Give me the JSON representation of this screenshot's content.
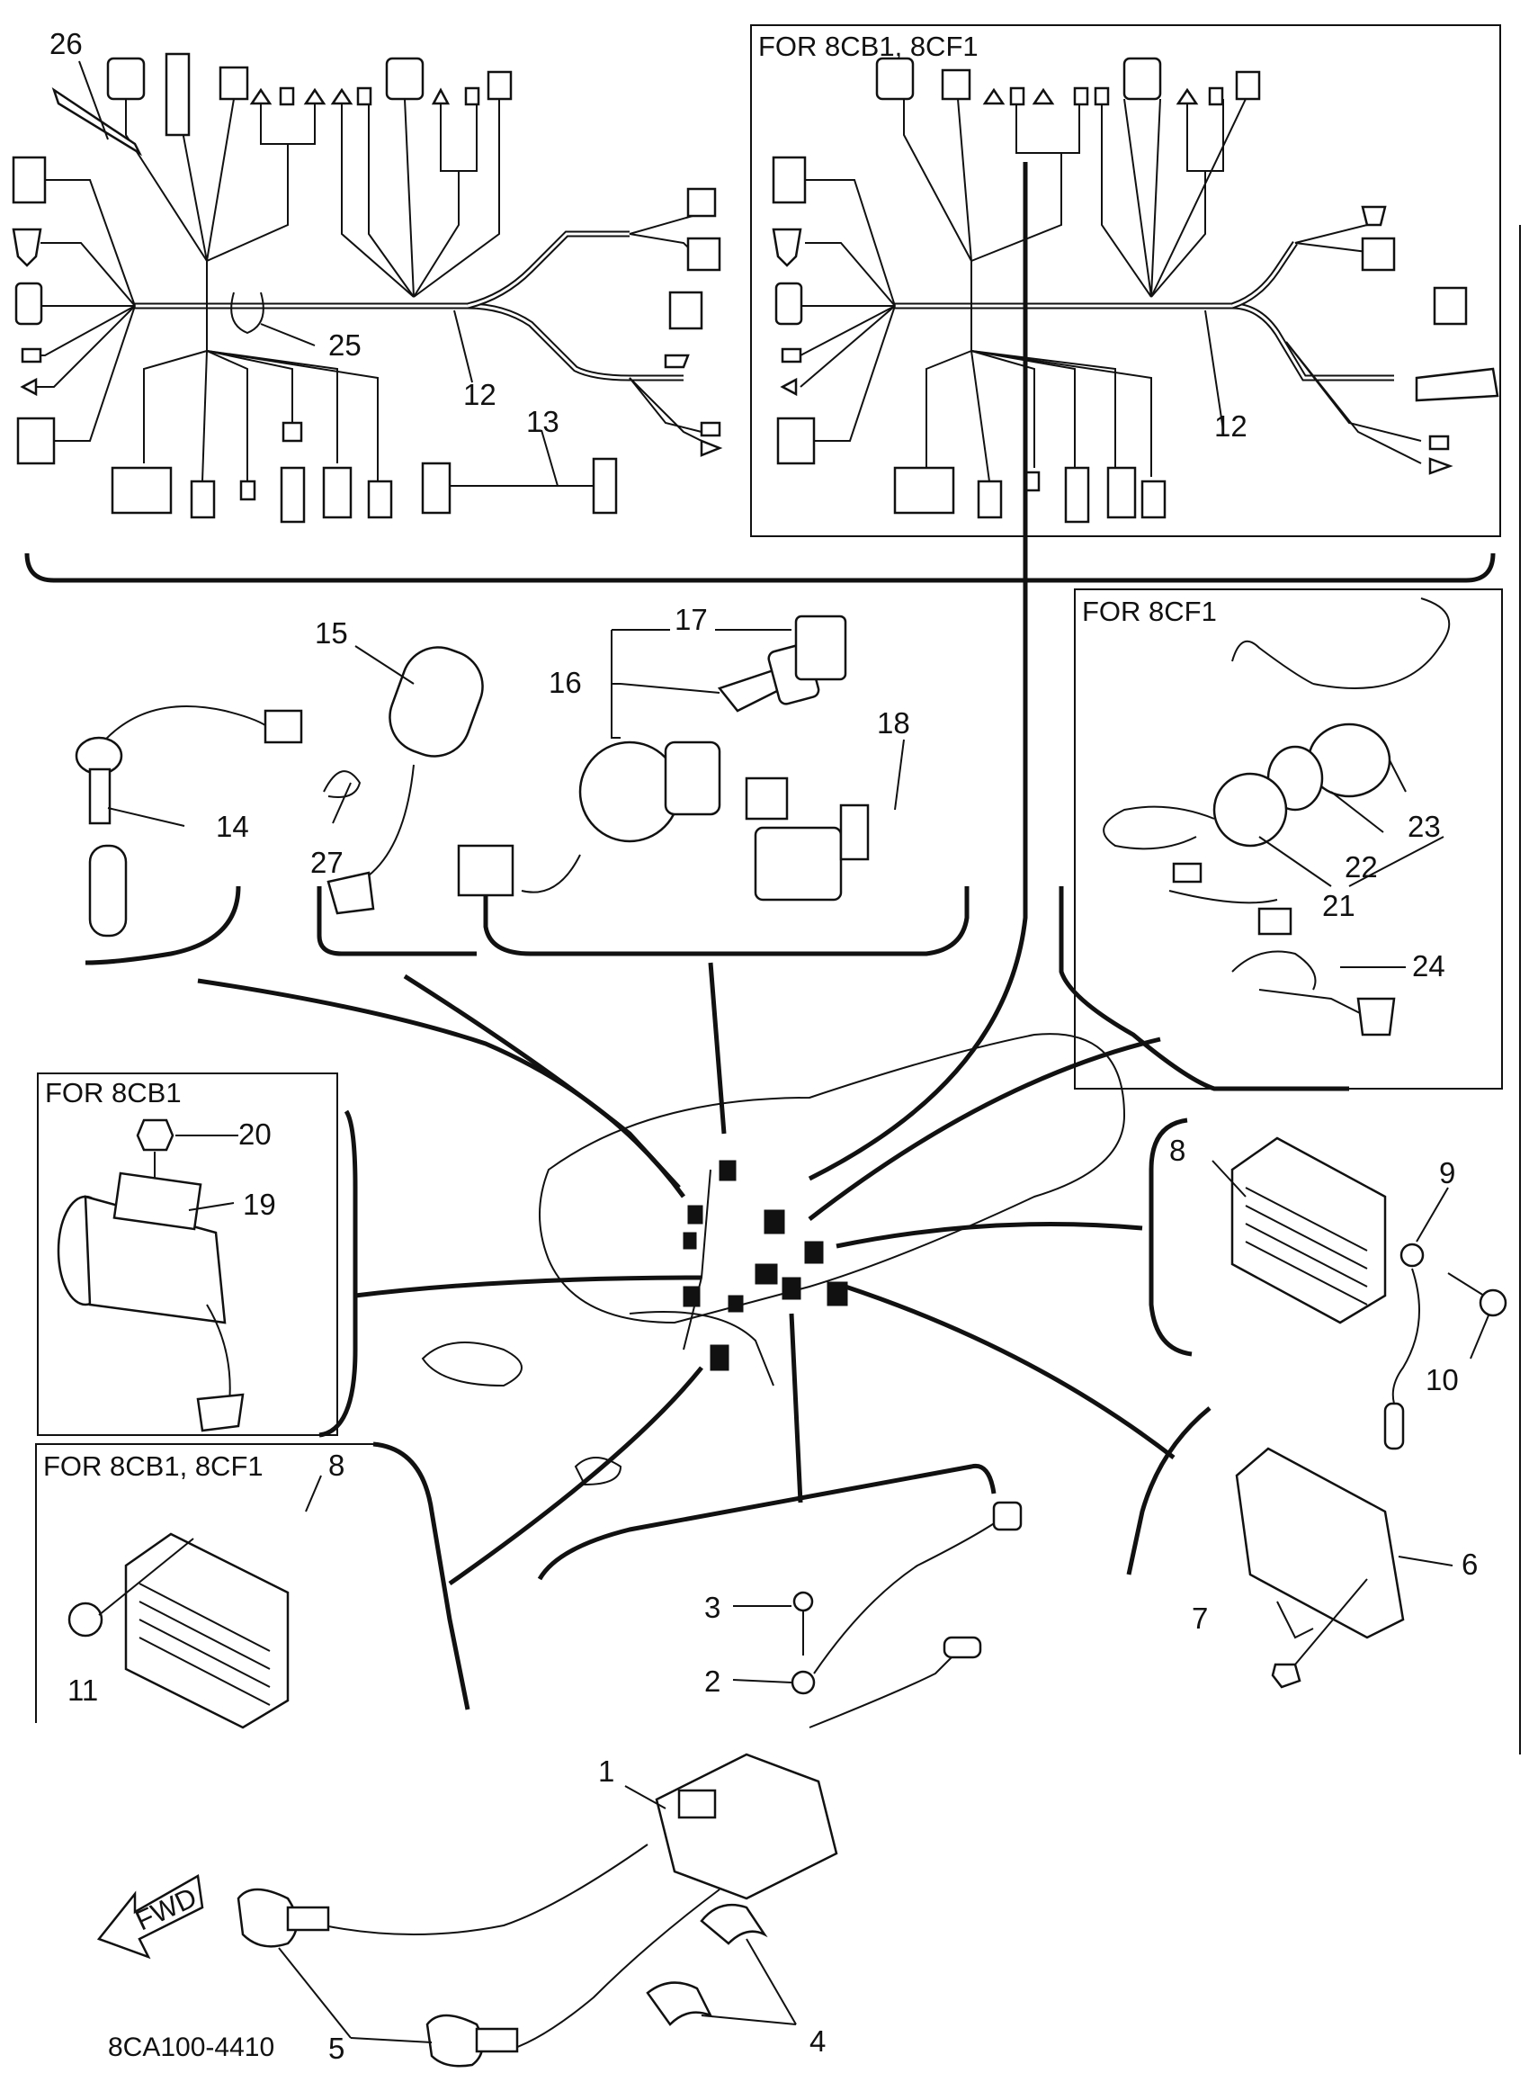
{
  "box_labels": {
    "harness_b": "FOR 8CB1, 8CF1",
    "switch_8cf1": "FOR 8CF1",
    "relay_8cb1": "FOR 8CB1",
    "rectifier_b": "FOR 8CB1, 8CF1",
    "fwd": "FWD"
  },
  "diagram_code": "8CA100-4410",
  "callouts": [
    "1",
    "2",
    "3",
    "4",
    "5",
    "6",
    "7",
    "8",
    "9",
    "10",
    "11",
    "12",
    "13",
    "14",
    "15",
    "16",
    "17",
    "18",
    "19",
    "20",
    "21",
    "22",
    "23",
    "24",
    "25",
    "26",
    "27"
  ]
}
